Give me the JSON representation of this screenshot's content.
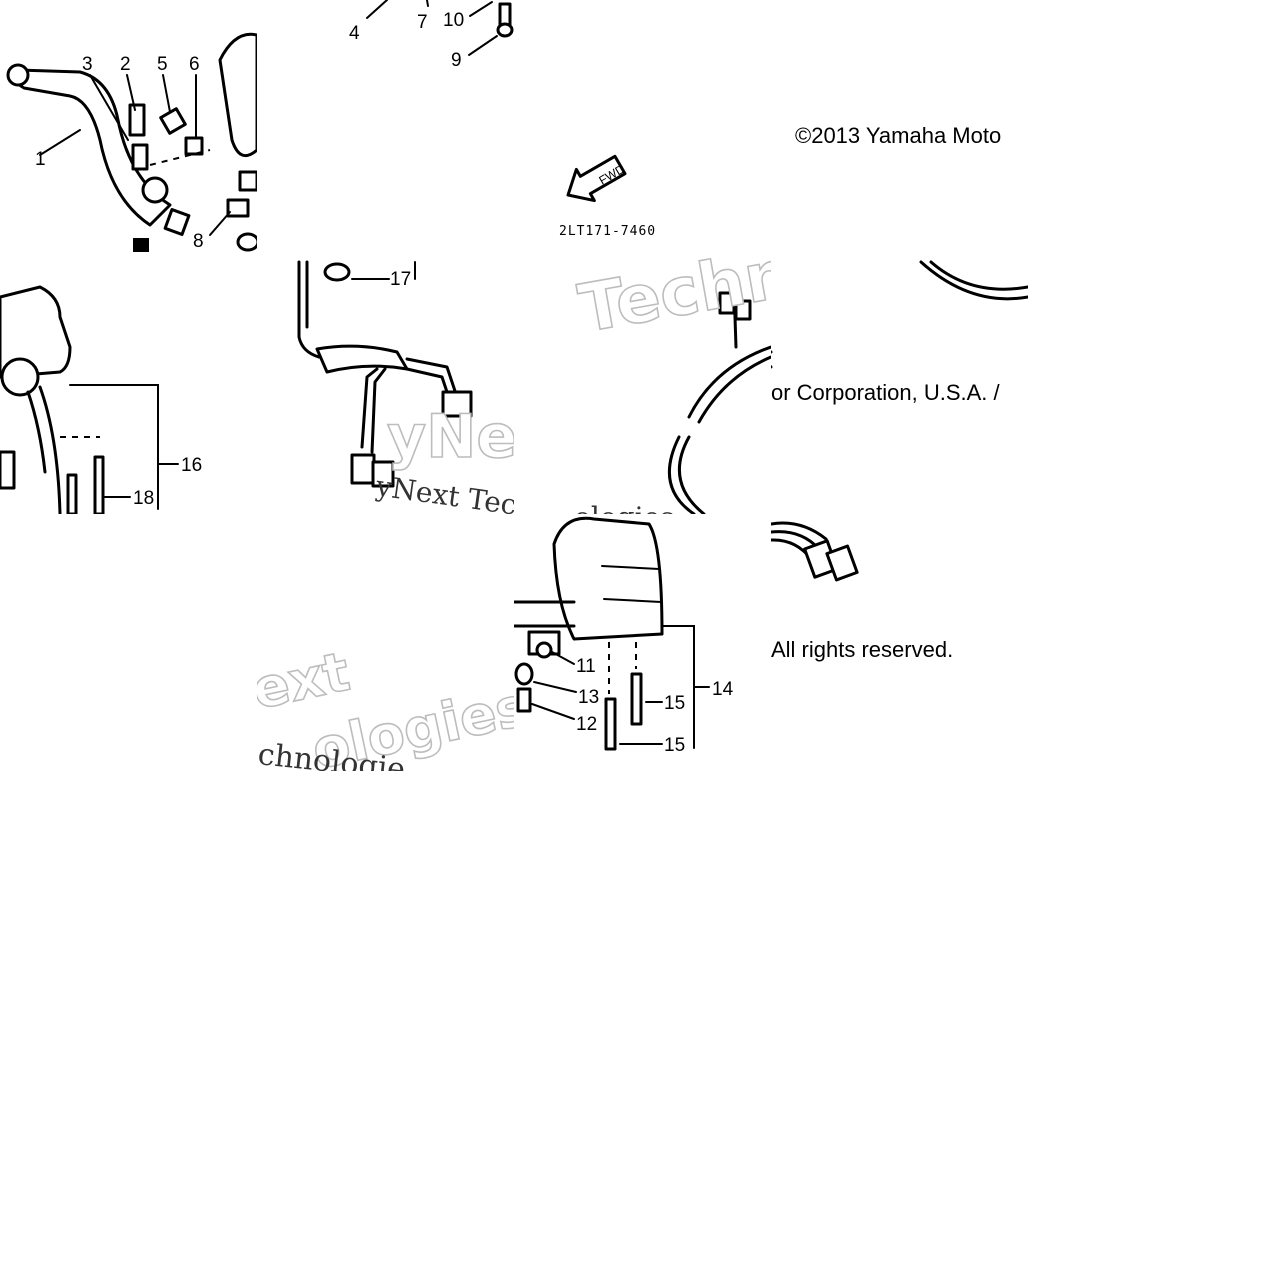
{
  "callouts": {
    "c1": "1",
    "c2": "2",
    "c3": "3",
    "c4": "4",
    "c5": "5",
    "c6": "6",
    "c7": "7",
    "c8": "8",
    "c9": "9",
    "c10": "10",
    "c11": "11",
    "c12": "12",
    "c13": "13",
    "c14": "14",
    "c15a": "15",
    "c15b": "15",
    "c16": "16",
    "c17": "17",
    "c18": "18"
  },
  "diagram_code": "2LT171-7460",
  "forward_arrow_label": "FWD",
  "copyright": {
    "part1": "©2013 Yamaha Moto",
    "part2": "or Corporation, U.S.A. /",
    "part3": "All rights reserved."
  },
  "watermarks": {
    "w1": "Techno",
    "w2": "yNe",
    "w3": "yNext Tec",
    "w4": "ologies",
    "w5": "ext",
    "w6": "ologies",
    "w7": "chnologie"
  }
}
